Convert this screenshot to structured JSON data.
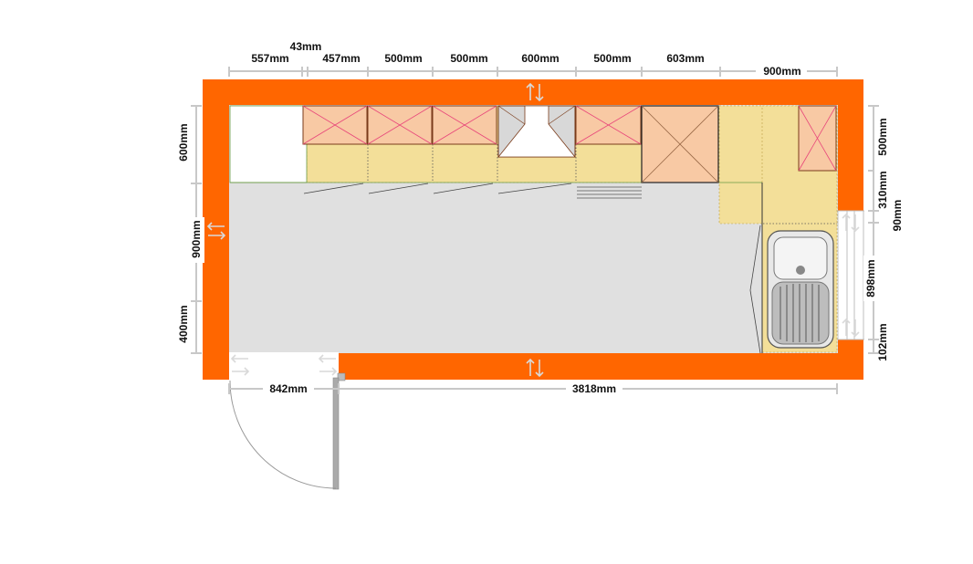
{
  "colors": {
    "wall": "#ff6600",
    "floor": "#e0e0e0",
    "worktop": "#f3df99",
    "wall_cabinet": "#f8c9a4",
    "cabinet_cross": "#e8457a",
    "dimension": "#c8c8c8",
    "sink": "#d4d4d4",
    "door_leaf": "#aaaaaa"
  },
  "dimensions": {
    "top": [
      "43mm",
      "557mm",
      "457mm",
      "500mm",
      "500mm",
      "600mm",
      "500mm",
      "603mm",
      "900mm"
    ],
    "left": [
      "600mm",
      "900mm",
      "400mm"
    ],
    "right": [
      "500mm",
      "310mm",
      "90mm",
      "898mm",
      "102mm"
    ],
    "bottom": [
      "842mm",
      "3818mm"
    ]
  },
  "icons": {
    "wall_cabinet": "wall-cabinet-cross-icon",
    "hood": "cooker-hood-icon",
    "sink": "sink-icon",
    "hob": "hob-lines-icon",
    "door": "door-swing-icon",
    "window": "window-icon",
    "arrow": "double-arrow-icon"
  }
}
